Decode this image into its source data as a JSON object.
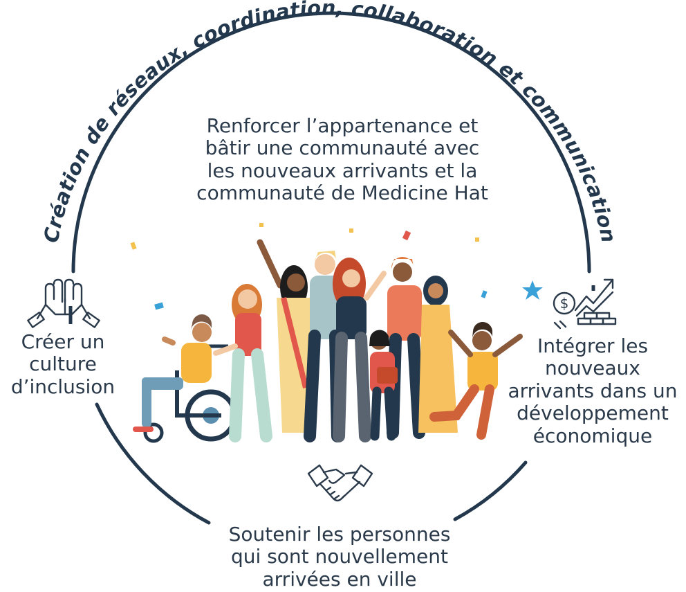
{
  "ring": {
    "arc_title": "Création de réseaux, coordination, collaboration et communication",
    "color": "#23384d"
  },
  "center": {
    "text": "Renforcer l’appartenance et\nbâtir une communauté avec\nles nouveaux arrivants et la\ncommunauté de Medicine Hat"
  },
  "left": {
    "icon": "high-five-hands-icon",
    "text": "Créer un\nculture\nd’inclusion"
  },
  "right": {
    "icon": "economic-growth-icon",
    "text": "Intégrer les\nnouveaux\narrivants dans un\ndéveloppement\néconomique"
  },
  "bottom": {
    "icon": "handshake-icon",
    "text": "Soutenir les personnes\nqui sont nouvellement\narrivées en ville"
  },
  "colors": {
    "ink": "#2b3a4a",
    "ring": "#23384d",
    "accent_star": "#3aa0d8",
    "skin_tones": [
      "#f3c9a4",
      "#c98a5b",
      "#8a5a3b",
      "#5b3a28"
    ]
  }
}
